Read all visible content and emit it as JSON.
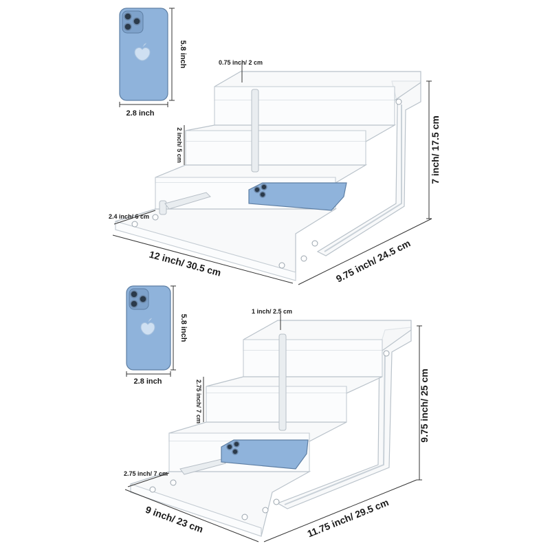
{
  "top_product": {
    "phone_height": "5.8 inch",
    "phone_width": "2.8 inch",
    "top_lip": "0.75 inch/ 2 cm",
    "step_height": "2 inch/ 5 cm",
    "bottom_lip": "2.4 inch/ 6 cm",
    "width": "12 inch/ 30.5 cm",
    "depth": "9.75 inch/ 24.5 cm",
    "height": "7 inch/ 17.5 cm"
  },
  "bottom_product": {
    "phone_height": "5.8 inch",
    "phone_width": "2.8 inch",
    "top_lip": "1 inch/ 2.5 cm",
    "step_height": "2.75 inch/ 7 cm",
    "bottom_lip": "2.75 inch/ 7 cm",
    "width": "9 inch/ 23 cm",
    "depth": "11.75 inch/ 29.5 cm",
    "height": "9.75 inch/ 25 cm"
  },
  "colors": {
    "phone_blue": "#8fb3db",
    "acrylic_edge": "#c3cbd2",
    "dimension_line": "#333333"
  }
}
